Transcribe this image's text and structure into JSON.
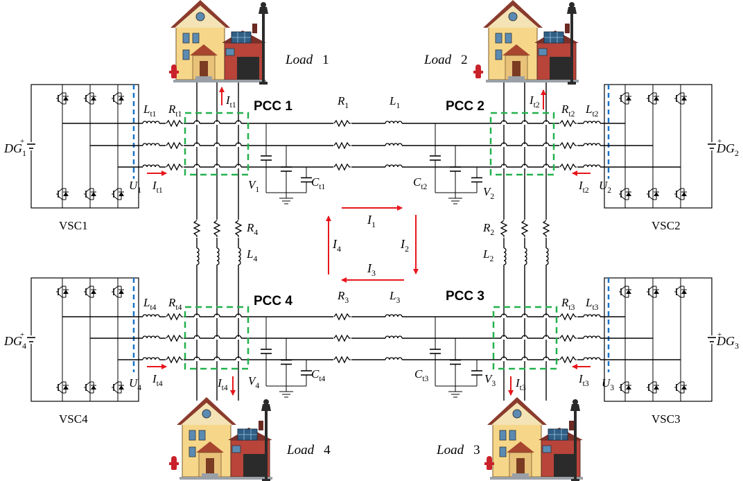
{
  "colors": {
    "pcc_box": "#22b14c",
    "pcc_text": "#22b14c",
    "arrow": "#e8161b",
    "dc_link": "#1a73c7",
    "wire": "#000000",
    "house_wall": "#f6d78a",
    "house_roof": "#8a3b2d",
    "house_window": "#5b8bb3"
  },
  "icons": [
    "house-icon",
    "street-lamp-icon",
    "fire-hydrant-icon",
    "solar-panel-icon",
    "ground-icon",
    "igbt-switch-icon",
    "dc-source-icon"
  ],
  "loads": [
    {
      "word": "Load",
      "num": "1"
    },
    {
      "word": "Load",
      "num": "2"
    },
    {
      "word": "Load",
      "num": "3"
    },
    {
      "word": "Load",
      "num": "4"
    }
  ],
  "pcc": [
    "PCC 1",
    "PCC 2",
    "PCC 3",
    "PCC 4"
  ],
  "vsc": [
    "VSC1",
    "VSC2",
    "VSC3",
    "VSC4"
  ],
  "dg": {
    "letter": "DG",
    "subs": [
      "1",
      "2",
      "3",
      "4"
    ]
  },
  "loop_currents": {
    "letter": "I",
    "subs": [
      "1",
      "2",
      "3",
      "4"
    ]
  },
  "components": {
    "Lt": {
      "base": "L",
      "subs": [
        "t1",
        "t2",
        "t3",
        "t4"
      ]
    },
    "Rt": {
      "base": "R",
      "subs": [
        "t1",
        "t2",
        "t3",
        "t4"
      ]
    },
    "Ct": {
      "base": "C",
      "subs": [
        "t1",
        "t2",
        "t3",
        "t4"
      ]
    },
    "It": {
      "base": "I",
      "subs": [
        "t1",
        "t2",
        "t3",
        "t4"
      ]
    },
    "U": {
      "base": "U",
      "subs": [
        "1",
        "2",
        "3",
        "4"
      ]
    },
    "V": {
      "base": "V",
      "subs": [
        "1",
        "2",
        "3",
        "4"
      ]
    },
    "line_R": {
      "base": "R",
      "subs": [
        "1",
        "2",
        "3",
        "4"
      ]
    },
    "line_L": {
      "base": "L",
      "subs": [
        "1",
        "2",
        "3",
        "4"
      ]
    }
  }
}
